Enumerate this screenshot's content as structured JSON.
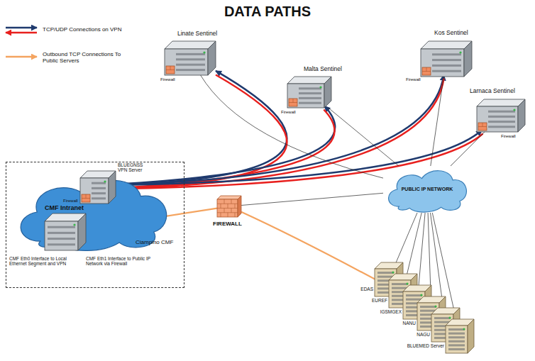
{
  "diagram": {
    "title": "DATA PATHS",
    "nodes": [
      {
        "text": [
          "Linate Sentinel",
          "Firewall"
        ]
      },
      {
        "text": [
          "Malta Sentinel",
          "Firewall"
        ]
      },
      {
        "text": [
          "Kos Sentinel",
          "Firewall"
        ]
      },
      {
        "text": [
          "Larnaca Sentinel",
          "Firewall"
        ]
      },
      {
        "text": [
          "Ciampino CMF"
        ]
      },
      {
        "text": [
          "CMF Intranet"
        ],
        "in": 4
      },
      {
        "text": [
          "BLUEGNSS VPN Server",
          "Firewall"
        ],
        "in": 5
      },
      {
        "text": [
          "CMF Eth0 Interface to Local Ethernet Segment and VPN",
          "CMF Eth1 Interface to Public IP Network via Firewall"
        ],
        "in": 5
      },
      {
        "text": [
          "FIREWALL"
        ]
      },
      {
        "text": [
          "PUBLIC IP NETWORK"
        ]
      },
      {
        "text": [
          "EDAS"
        ]
      },
      {
        "text": [
          "EUREF"
        ]
      },
      {
        "text": [
          "IGSMGEX"
        ]
      },
      {
        "text": [
          "NANU"
        ]
      },
      {
        "text": [
          "NAGU"
        ]
      },
      {
        "text": [
          "BLUEMED Server"
        ]
      }
    ],
    "edges": [
      {
        "from": 6,
        "to": 0,
        "arrow": "to"
      },
      {
        "from": 0,
        "to": 6,
        "arrow": "to"
      },
      {
        "from": 6,
        "to": 1,
        "arrow": "to"
      },
      {
        "from": 1,
        "to": 6,
        "arrow": "to"
      },
      {
        "from": 6,
        "to": 2,
        "arrow": "to"
      },
      {
        "from": 2,
        "to": 6,
        "arrow": "to"
      },
      {
        "from": 6,
        "to": 3,
        "arrow": "to"
      },
      {
        "from": 3,
        "to": 6,
        "arrow": "to"
      },
      {
        "from": 0,
        "to": 9,
        "arrow": "none"
      },
      {
        "from": 1,
        "to": 9,
        "arrow": "none"
      },
      {
        "from": 2,
        "to": 9,
        "arrow": "none"
      },
      {
        "from": 3,
        "to": 9,
        "arrow": "none"
      },
      {
        "from": 8,
        "to": 9,
        "arrow": "none"
      },
      {
        "from": 9,
        "to": 10,
        "arrow": "none"
      },
      {
        "from": 9,
        "to": 11,
        "arrow": "none"
      },
      {
        "from": 9,
        "to": 12,
        "arrow": "none"
      },
      {
        "from": 9,
        "to": 13,
        "arrow": "none"
      },
      {
        "from": 9,
        "to": 14,
        "arrow": "none"
      },
      {
        "from": 9,
        "to": 15,
        "arrow": "none"
      },
      {
        "from": 7,
        "to": 8,
        "arrow": "none"
      },
      {
        "from": 8,
        "to": 12,
        "arrow": "to"
      }
    ],
    "legend": [
      {
        "text": "TCP/UDP Connections on VPN"
      },
      {
        "text": "Outbound TCP Connections To Public Servers"
      }
    ]
  }
}
